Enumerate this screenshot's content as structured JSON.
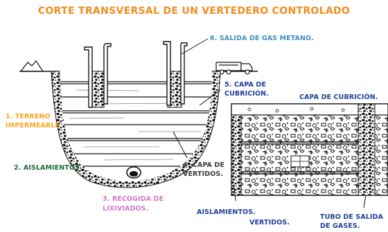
{
  "title": "CORTE TRANSVERSAL DE UN VERTEDERO CONTROLADO",
  "labels": {
    "gas_outlet": "6. SALIDA DE GAS METANO.",
    "cover_layer_1": "5. CAPA DE",
    "cover_layer_2": "CUBRICIÓN.",
    "terrain_1": "1. TERRENO",
    "terrain_2": "IMPERMEABLE.",
    "insulation": "2. AISLAMIENTOS.",
    "waste_1": "4. CAPA DE",
    "waste_2": "VERTIDOS.",
    "leachate_1": "3. RECOGIDA DE",
    "leachate_2": "LIXIVIADOS.",
    "detail_cover": "CAPA DE CUBRICIÓN.",
    "detail_insulation": "AISLAMIENTOS.",
    "detail_waste": "VERTIDOS.",
    "detail_tube_1": "TUBO DE SALIDA",
    "detail_tube_2": "DE GASES."
  },
  "colors": {
    "title": "#f28c1e",
    "gas": "#3e8fc8",
    "cover": "#1f3f9a",
    "terrain": "#f5a623",
    "insulation": "#1f6b3a",
    "waste": "#3a3a3a",
    "leachate": "#d57ac4",
    "detail_navy": "#1f3f9a"
  }
}
